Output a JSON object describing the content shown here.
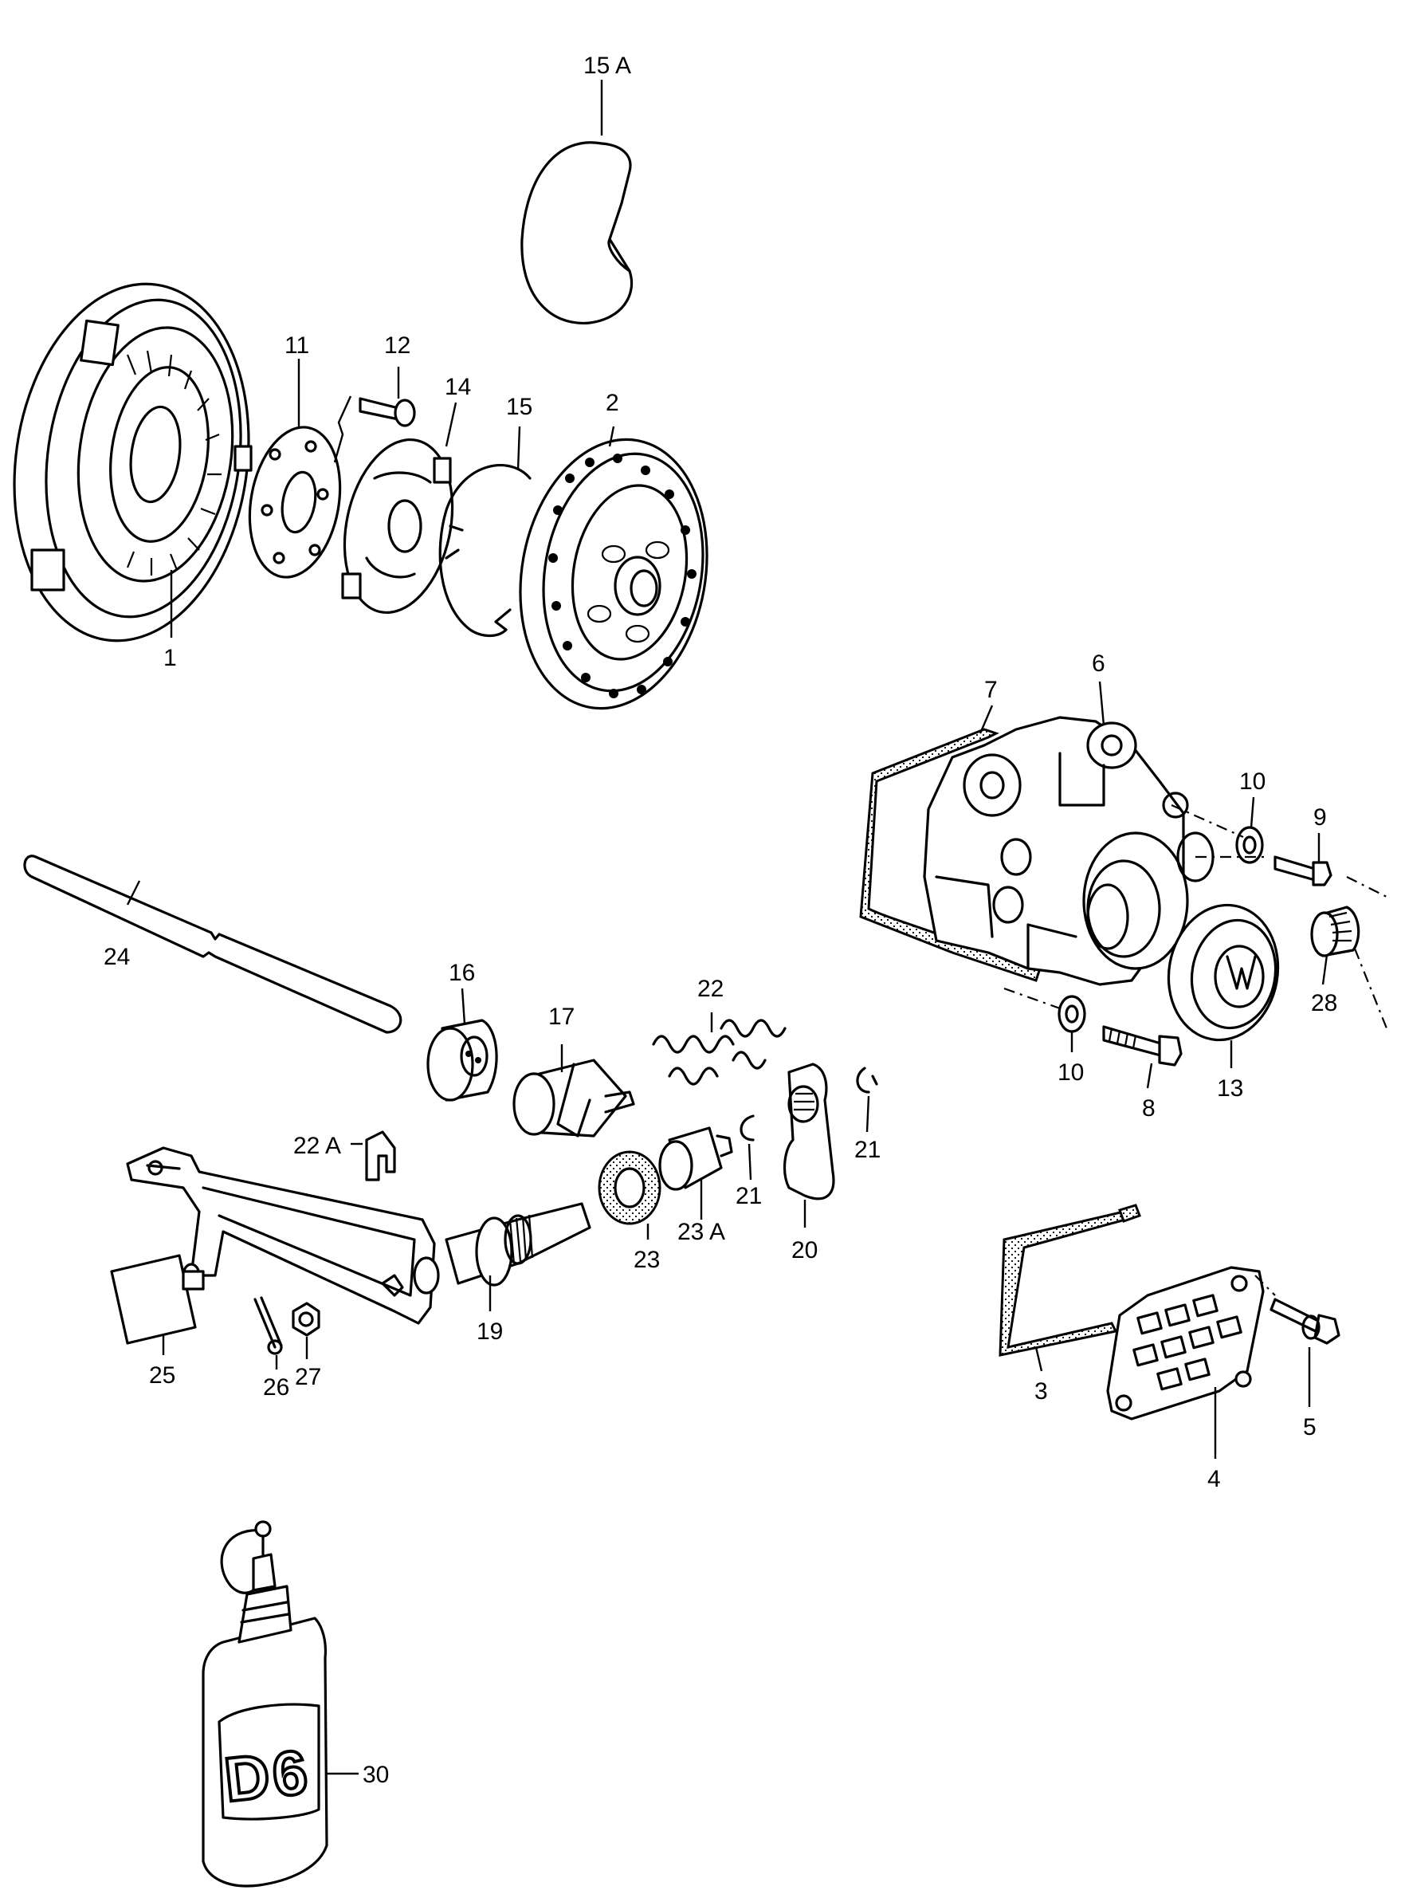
{
  "callouts": [
    {
      "id": "1",
      "text": "1"
    },
    {
      "id": "2",
      "text": "2"
    },
    {
      "id": "3",
      "text": "3"
    },
    {
      "id": "4",
      "text": "4"
    },
    {
      "id": "5",
      "text": "5"
    },
    {
      "id": "6",
      "text": "6"
    },
    {
      "id": "7",
      "text": "7"
    },
    {
      "id": "8",
      "text": "8"
    },
    {
      "id": "9",
      "text": "9"
    },
    {
      "id": "10a",
      "text": "10"
    },
    {
      "id": "10b",
      "text": "10"
    },
    {
      "id": "11",
      "text": "11"
    },
    {
      "id": "12",
      "text": "12"
    },
    {
      "id": "13",
      "text": "13"
    },
    {
      "id": "14",
      "text": "14"
    },
    {
      "id": "15",
      "text": "15"
    },
    {
      "id": "15A",
      "text": "15 A"
    },
    {
      "id": "16",
      "text": "16"
    },
    {
      "id": "17",
      "text": "17"
    },
    {
      "id": "19",
      "text": "19"
    },
    {
      "id": "20",
      "text": "20"
    },
    {
      "id": "21a",
      "text": "21"
    },
    {
      "id": "21b",
      "text": "21"
    },
    {
      "id": "22",
      "text": "22"
    },
    {
      "id": "22A",
      "text": "22 A"
    },
    {
      "id": "23",
      "text": "23"
    },
    {
      "id": "23A",
      "text": "23 A"
    },
    {
      "id": "24",
      "text": "24"
    },
    {
      "id": "25",
      "text": "25"
    },
    {
      "id": "26",
      "text": "26"
    },
    {
      "id": "27",
      "text": "27"
    },
    {
      "id": "28",
      "text": "28"
    },
    {
      "id": "30",
      "text": "30"
    }
  ],
  "bottle_label": "D6"
}
